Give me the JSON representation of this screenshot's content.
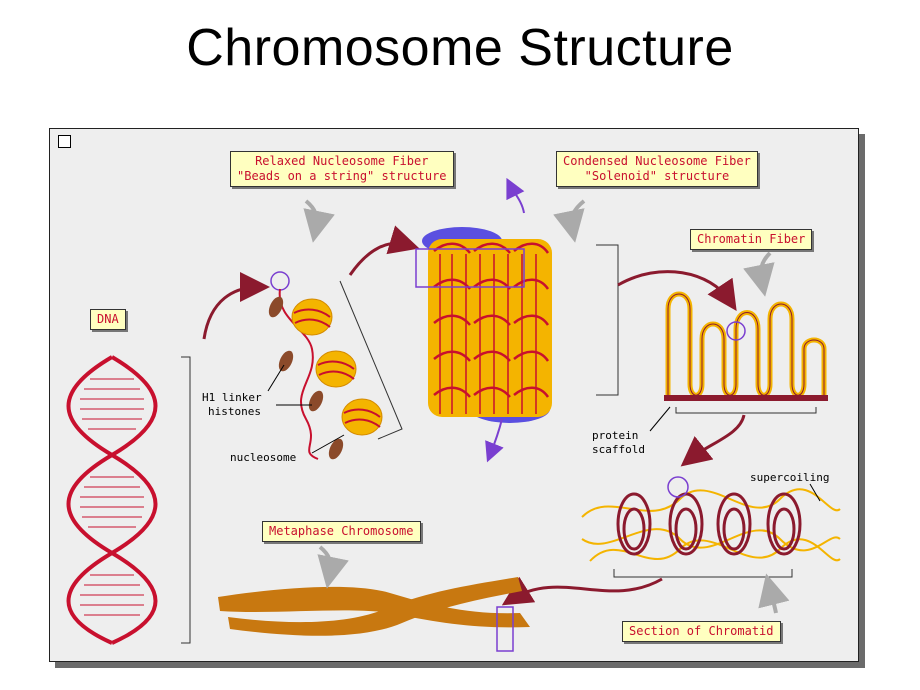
{
  "title": "Chromosome Structure",
  "labels": {
    "dna": "DNA",
    "relaxed_1": "Relaxed Nucleosome Fiber",
    "relaxed_2": "\"Beads on a string\" structure",
    "condensed_1": "Condensed Nucleosome Fiber",
    "condensed_2": "\"Solenoid\" structure",
    "chromatin_fiber": "Chromatin Fiber",
    "metaphase": "Metaphase Chromosome",
    "section": "Section of Chromatid"
  },
  "annotations": {
    "h1_1": "H1 linker",
    "h1_2": "histones",
    "nucleosome": "nucleosome",
    "protein_1": "protein",
    "protein_2": "scaffold",
    "supercoiling": "supercoiling"
  },
  "colors": {
    "dna_red": "#c8102e",
    "bead_gold": "#f4b400",
    "arrow_maroon": "#8b1a2e",
    "chromatid_brown": "#c87810",
    "highlight_purple": "#7a3fd0"
  }
}
